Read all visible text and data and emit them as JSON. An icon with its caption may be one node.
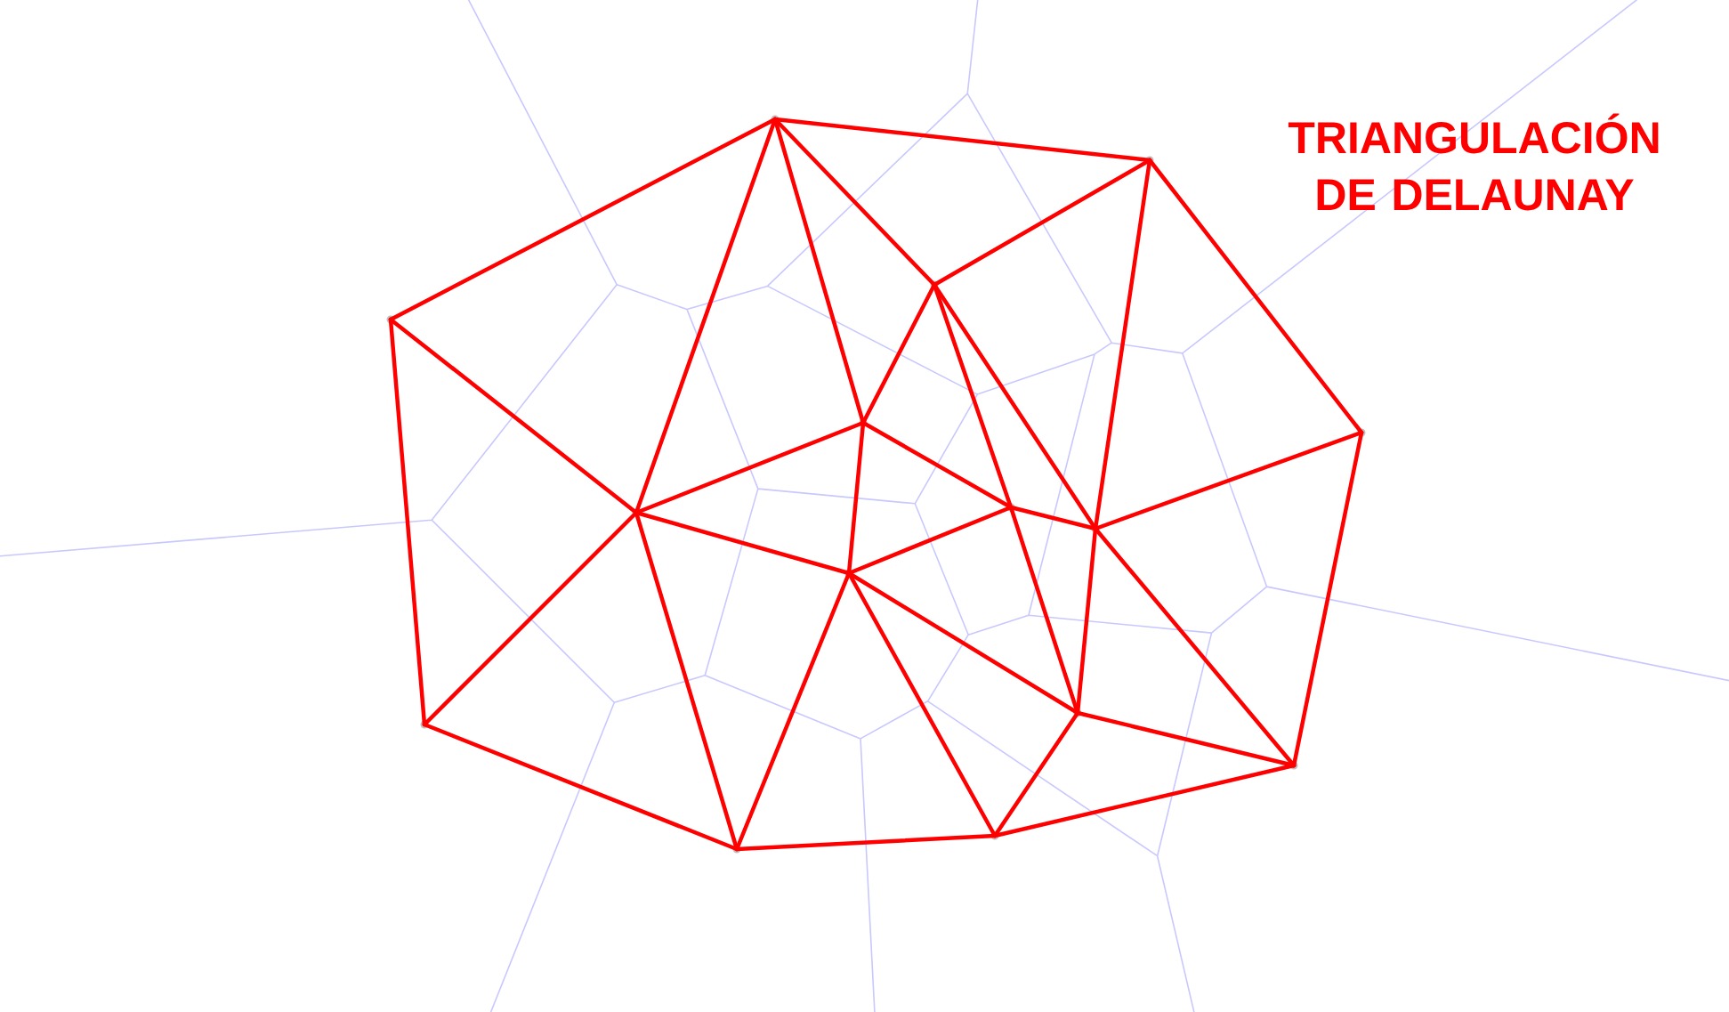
{
  "diagram": {
    "title": "TRIANGULACIÓN DE DELAUNAY",
    "nodes": [
      {
        "text": [],
        "shape": "circle"
      },
      {
        "text": [],
        "shape": "circle"
      },
      {
        "text": [],
        "shape": "circle"
      },
      {
        "text": [],
        "shape": "circle"
      },
      {
        "text": [],
        "shape": "circle"
      },
      {
        "text": [],
        "shape": "circle"
      },
      {
        "text": [],
        "shape": "circle"
      },
      {
        "text": [],
        "shape": "circle"
      },
      {
        "text": [],
        "shape": "circle"
      },
      {
        "text": [],
        "shape": "circle"
      },
      {
        "text": [],
        "shape": "circle"
      },
      {
        "text": [],
        "shape": "circle"
      },
      {
        "text": [],
        "shape": "circle"
      },
      {
        "text": [],
        "shape": "circle"
      },
      {
        "text": [],
        "shape": "circle"
      }
    ],
    "edges": [
      {
        "from": 0,
        "to": 1,
        "arrow": "none"
      },
      {
        "from": 0,
        "to": 3,
        "arrow": "none"
      },
      {
        "from": 0,
        "to": 7,
        "arrow": "none"
      },
      {
        "from": 0,
        "to": 4,
        "arrow": "none"
      },
      {
        "from": 0,
        "to": 2,
        "arrow": "none"
      },
      {
        "from": 1,
        "to": 2,
        "arrow": "none"
      },
      {
        "from": 1,
        "to": 8,
        "arrow": "none"
      },
      {
        "from": 1,
        "to": 5,
        "arrow": "none"
      },
      {
        "from": 3,
        "to": 7,
        "arrow": "none"
      },
      {
        "from": 3,
        "to": 11,
        "arrow": "none"
      },
      {
        "from": 2,
        "to": 4,
        "arrow": "none"
      },
      {
        "from": 2,
        "to": 6,
        "arrow": "none"
      },
      {
        "from": 2,
        "to": 8,
        "arrow": "none"
      },
      {
        "from": 4,
        "to": 7,
        "arrow": "none"
      },
      {
        "from": 4,
        "to": 6,
        "arrow": "none"
      },
      {
        "from": 4,
        "to": 9,
        "arrow": "none"
      },
      {
        "from": 5,
        "to": 8,
        "arrow": "none"
      },
      {
        "from": 5,
        "to": 12,
        "arrow": "none"
      },
      {
        "from": 7,
        "to": 9,
        "arrow": "none"
      },
      {
        "from": 7,
        "to": 11,
        "arrow": "none"
      },
      {
        "from": 7,
        "to": 14,
        "arrow": "none"
      },
      {
        "from": 6,
        "to": 9,
        "arrow": "none"
      },
      {
        "from": 6,
        "to": 8,
        "arrow": "none"
      },
      {
        "from": 6,
        "to": 10,
        "arrow": "none"
      },
      {
        "from": 8,
        "to": 10,
        "arrow": "none"
      },
      {
        "from": 8,
        "to": 12,
        "arrow": "none"
      },
      {
        "from": 9,
        "to": 14,
        "arrow": "none"
      },
      {
        "from": 9,
        "to": 13,
        "arrow": "none"
      },
      {
        "from": 9,
        "to": 10,
        "arrow": "none"
      },
      {
        "from": 10,
        "to": 13,
        "arrow": "none"
      },
      {
        "from": 10,
        "to": 12,
        "arrow": "none"
      },
      {
        "from": 11,
        "to": 14,
        "arrow": "none"
      },
      {
        "from": 14,
        "to": 13,
        "arrow": "none"
      },
      {
        "from": 13,
        "to": 12,
        "arrow": "none"
      }
    ]
  }
}
